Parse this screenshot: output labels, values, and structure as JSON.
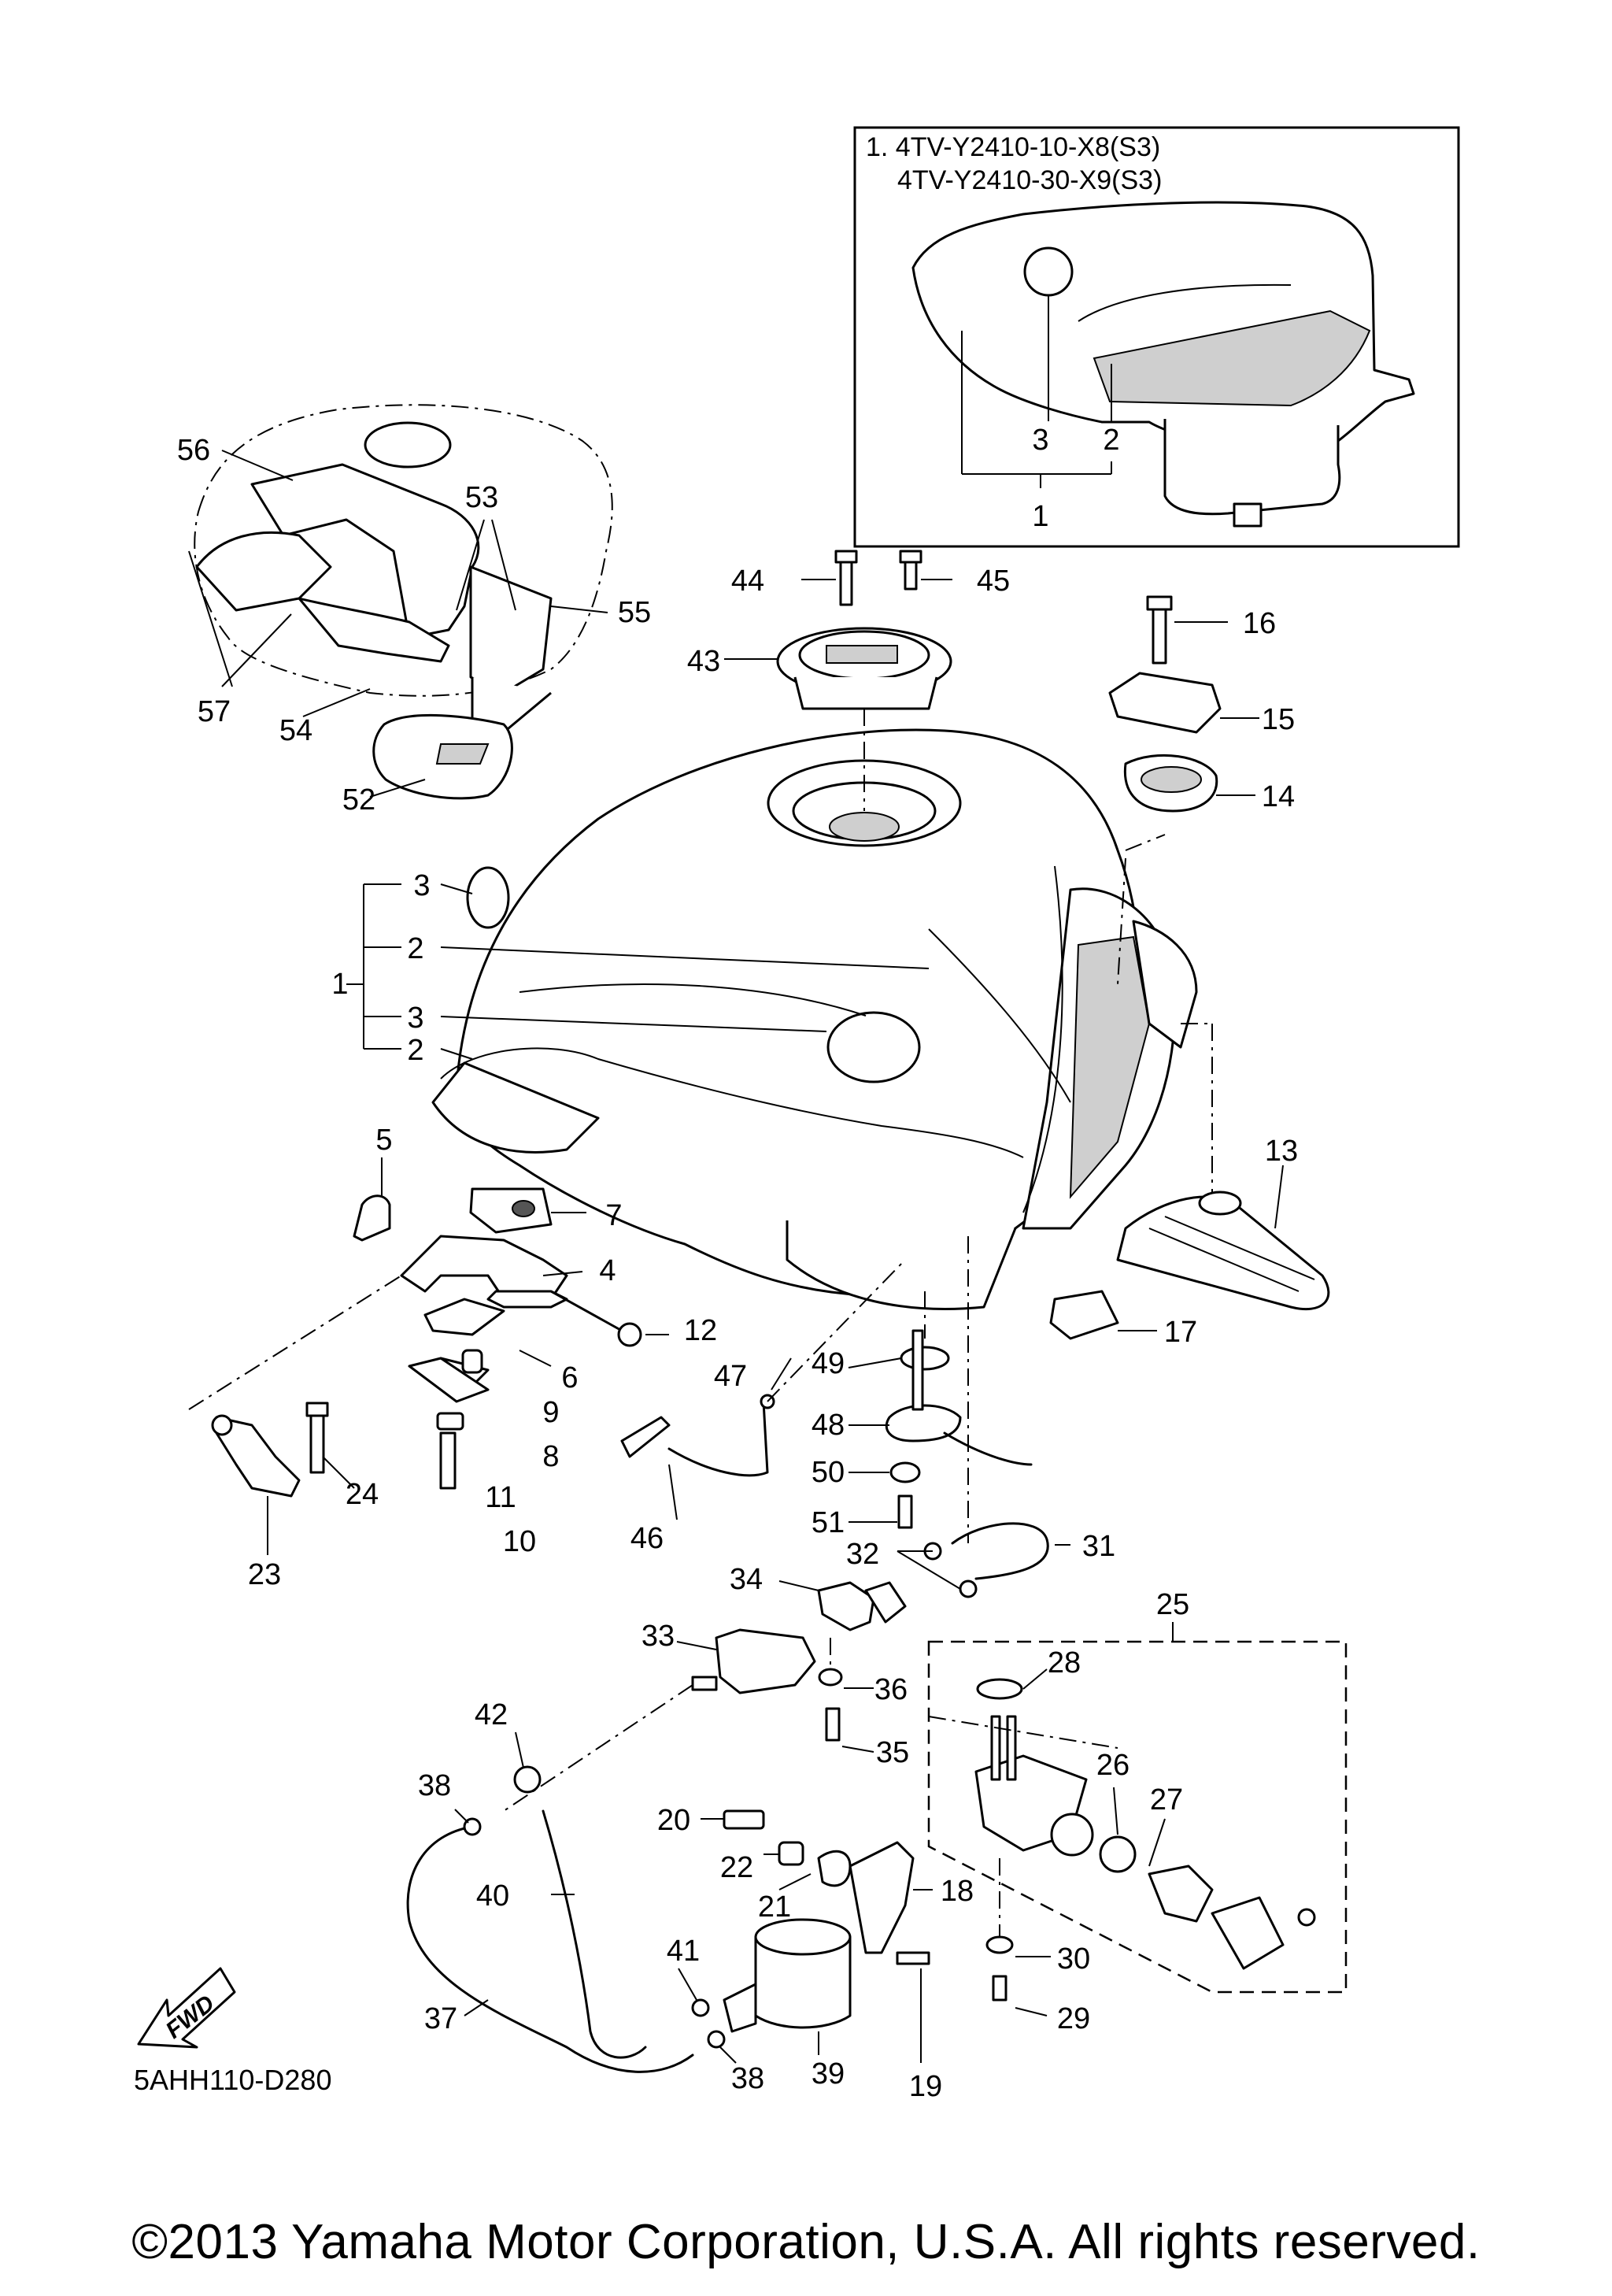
{
  "inset": {
    "line1": "1. 4TV-Y2410-10-X8(S3)",
    "line2": "4TV-Y2410-30-X9(S3)",
    "labels": [
      "3",
      "2",
      "1"
    ]
  },
  "callouts": [
    "1",
    "2",
    "2",
    "3",
    "3",
    "4",
    "5",
    "6",
    "7",
    "8",
    "9",
    "10",
    "11",
    "12",
    "13",
    "14",
    "15",
    "16",
    "17",
    "18",
    "19",
    "20",
    "21",
    "22",
    "23",
    "24",
    "25",
    "26",
    "27",
    "28",
    "29",
    "30",
    "31",
    "32",
    "33",
    "34",
    "35",
    "36",
    "37",
    "38",
    "38",
    "39",
    "40",
    "41",
    "42",
    "43",
    "44",
    "45",
    "46",
    "47",
    "48",
    "49",
    "50",
    "51",
    "52",
    "53",
    "54",
    "55",
    "56",
    "57"
  ],
  "diagram_code": "5AHH110-D280",
  "fwd_label": "FWD",
  "copyright": "©2013 Yamaha Motor Corporation, U.S.A. All rights reserved."
}
